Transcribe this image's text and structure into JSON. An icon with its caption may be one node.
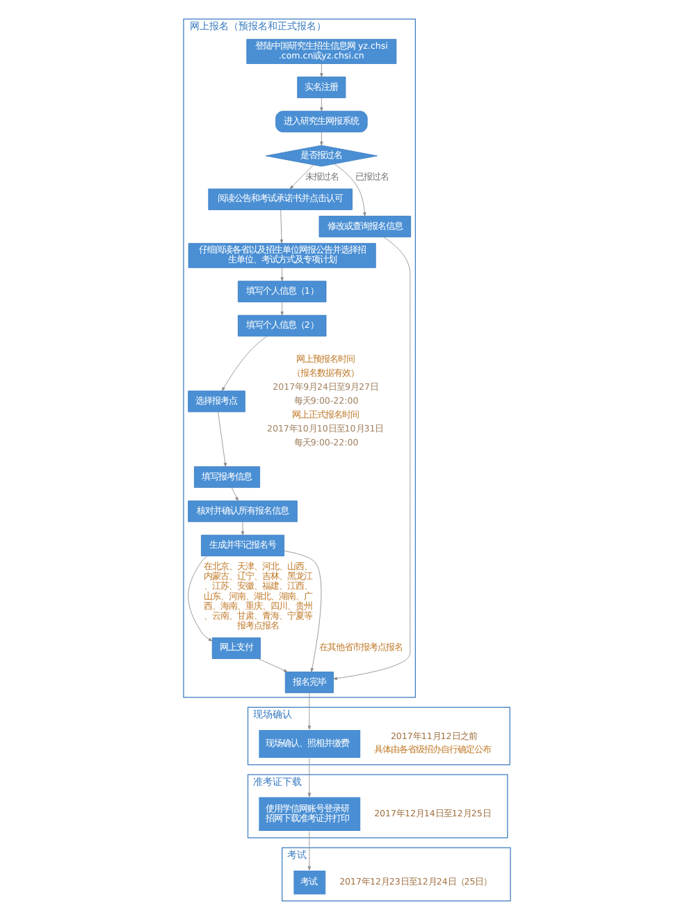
{
  "diagram": {
    "nodes": [
      {
        "text": [
          "网上报名（预报名和正式报名）"
        ]
      },
      {
        "text": [
          "登陆中国研究生招生信息网 yz.chsi.com.cn或yz.chsi.cn"
        ],
        "in": 0
      },
      {
        "text": [
          "实名注册"
        ],
        "in": 0
      },
      {
        "text": [
          "进入研究生网报系统"
        ],
        "in": 0
      },
      {
        "text": [
          "是否报过名"
        ],
        "in": 0
      },
      {
        "text": [
          "阅读公告和考试承诺书并点击认可"
        ],
        "in": 0
      },
      {
        "text": [
          "仔细阅读各省以及招生单位网报公告并选择招生单位、考试方式及专项计划"
        ],
        "in": 0
      },
      {
        "text": [
          "填写个人信息（1）"
        ],
        "in": 0
      },
      {
        "text": [
          "填写个人信息（2）"
        ],
        "in": 0
      },
      {
        "text": [
          "选择报考点"
        ],
        "in": 0
      },
      {
        "text": [
          "填写报考信息"
        ],
        "in": 0
      },
      {
        "text": [
          "核对并确认所有报名信息"
        ],
        "in": 0
      },
      {
        "text": [
          "生成并牢记报名号"
        ],
        "in": 0
      },
      {
        "text": [
          "修改或查询报名信息"
        ],
        "in": 0
      },
      {
        "text": [
          "网上支付"
        ],
        "in": 0
      },
      {
        "text": [
          "报名完毕"
        ],
        "in": 0
      },
      {
        "text": [
          "现场确认"
        ]
      },
      {
        "text": [
          "现场确认、照相并缴费"
        ],
        "in": 16,
        "beside": [
          "2017年11月12日之前",
          "具体由各省级招办自行确定公布"
        ]
      },
      {
        "text": [
          "准考证下载"
        ]
      },
      {
        "text": [
          "使用学信网账号登录研招网下载准考证并打印"
        ],
        "in": 18,
        "beside": [
          "2017年12月14日至12月25日"
        ]
      },
      {
        "text": [
          "考试"
        ]
      },
      {
        "text": [
          "考试"
        ],
        "in": 20,
        "beside": [
          "2017年12月23日至12月24日（25日）"
        ]
      }
    ],
    "edges": [
      {
        "from": 1,
        "to": 2,
        "arrow": "to"
      },
      {
        "from": 2,
        "to": 3,
        "arrow": "to"
      },
      {
        "from": 3,
        "to": 4,
        "arrow": "to"
      },
      {
        "from": 4,
        "to": 5,
        "arrow": "to",
        "label": "未报过名"
      },
      {
        "from": 4,
        "to": 13,
        "arrow": "to",
        "label": "已报过名"
      },
      {
        "from": 5,
        "to": 6,
        "arrow": "to"
      },
      {
        "from": 6,
        "to": 7,
        "arrow": "to"
      },
      {
        "from": 7,
        "to": 8,
        "arrow": "to"
      },
      {
        "from": 8,
        "to": 9,
        "arrow": "to"
      },
      {
        "from": 9,
        "to": 10,
        "arrow": "to"
      },
      {
        "from": 10,
        "to": 11,
        "arrow": "to"
      },
      {
        "from": 11,
        "to": 12,
        "arrow": "to"
      },
      {
        "from": 12,
        "to": 14,
        "arrow": "to",
        "label": "在北京、天津、河北、山西、内蒙古、辽宁、吉林、黑龙江、江苏、安徽、福建、江西、山东、河南、湖北、湖南、广西、海南、重庆、四川、贵州、云南、甘肃、青海、宁夏等报考点报名"
      },
      {
        "from": 12,
        "to": 15,
        "arrow": "to",
        "label": "在其他省市报考点报名"
      },
      {
        "from": 14,
        "to": 15,
        "arrow": "to"
      },
      {
        "from": 13,
        "to": 15,
        "arrow": "to"
      },
      {
        "from": 15,
        "to": 17,
        "arrow": "to"
      },
      {
        "from": 17,
        "to": 19,
        "arrow": "to"
      },
      {
        "from": 19,
        "to": 21,
        "arrow": "to"
      }
    ],
    "labels": [
      "网上预报名时间",
      "（报名数据有效）",
      "2017年9月24日至9月27日",
      "每天9:00-22:00",
      "网上正式报名时间",
      "2017年10月10日至10月31日",
      "每天9:00-22:00"
    ]
  }
}
